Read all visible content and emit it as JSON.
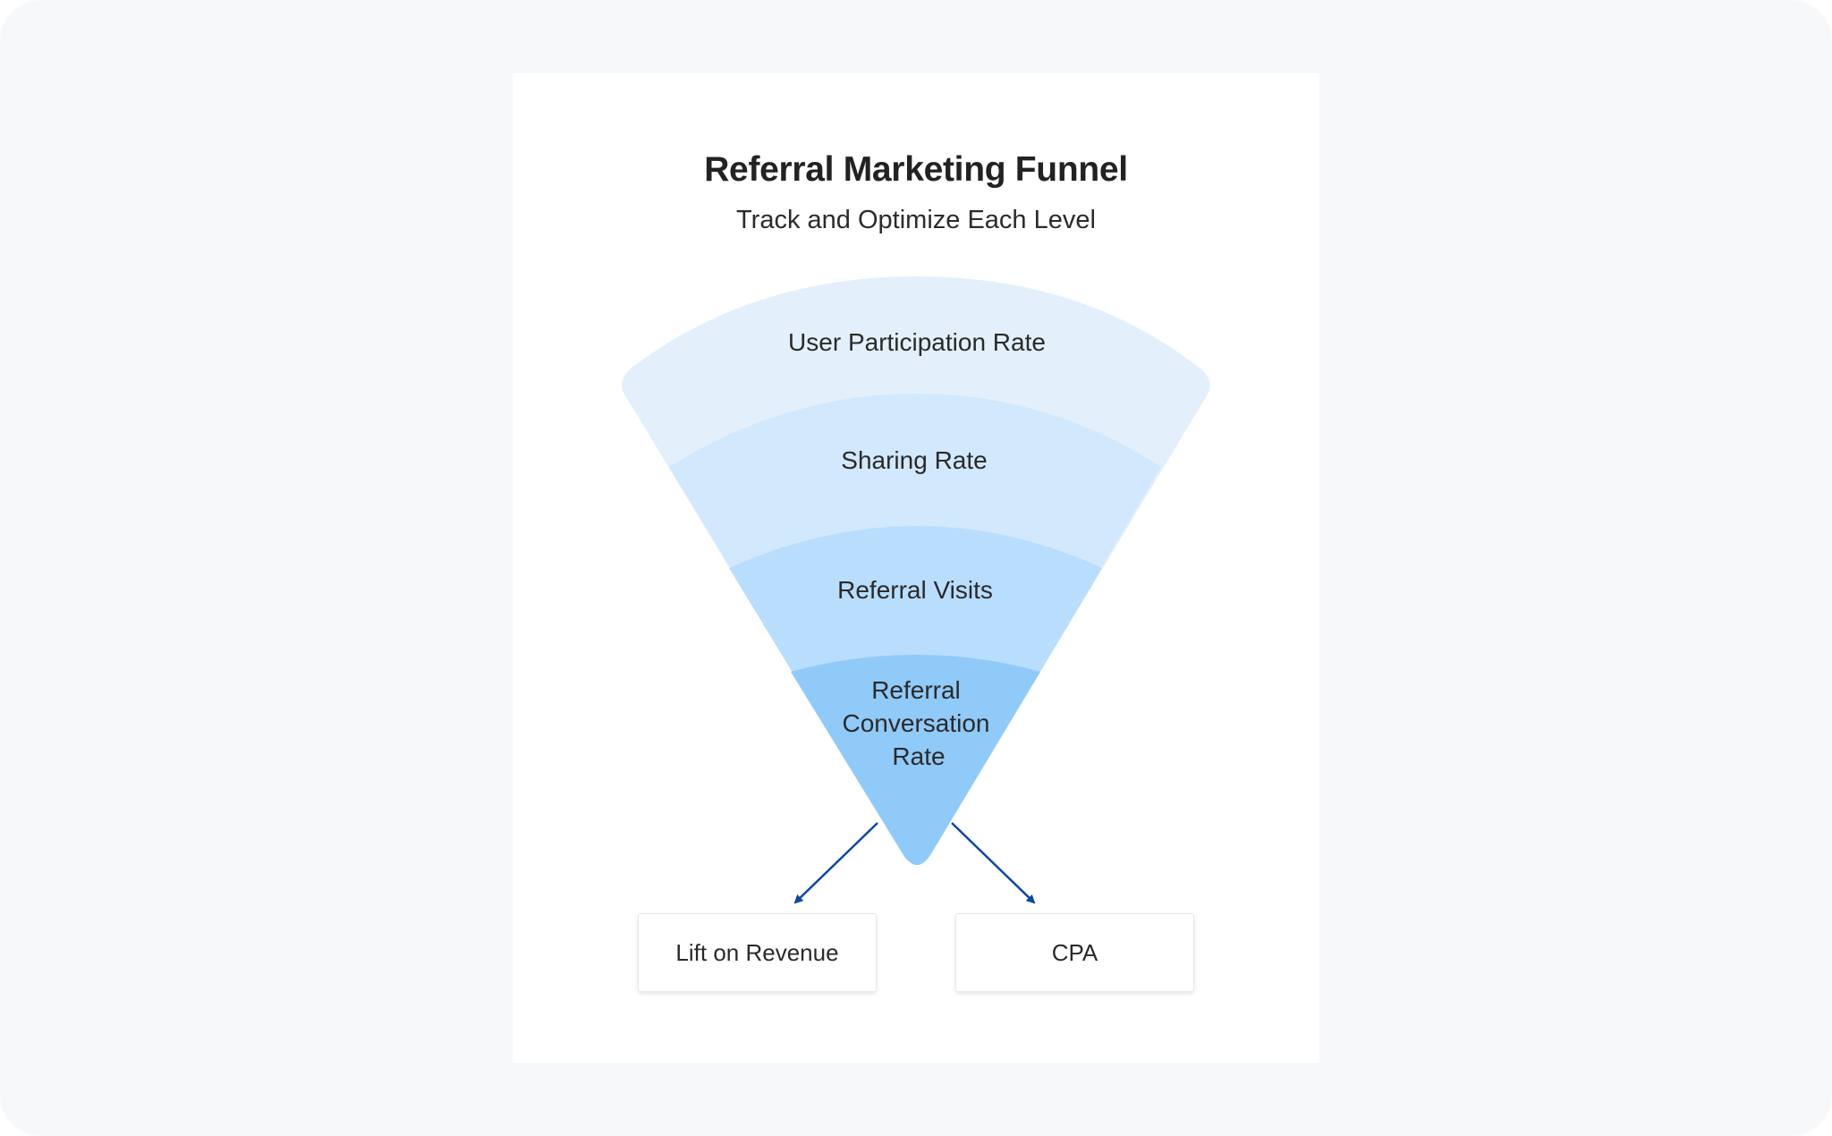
{
  "diagram": {
    "title": "Referral Marketing Funnel",
    "subtitle": "Track and Optimize Each Level",
    "stages": [
      {
        "label": "User Participation Rate",
        "color": "#e3f0fc"
      },
      {
        "label": "Sharing Rate",
        "color": "#d2e8fc"
      },
      {
        "label": "Referral Visits",
        "color": "#b9ddfc"
      },
      {
        "label_lines": [
          "Referral",
          "Conversation",
          "Rate"
        ],
        "color": "#90caf9"
      }
    ],
    "outcomes": [
      {
        "label": "Lift on Revenue"
      },
      {
        "label": "CPA"
      }
    ],
    "arrow_color": "#0d47a1",
    "background_color": "#f6f8fa",
    "card_color": "#ffffff"
  }
}
